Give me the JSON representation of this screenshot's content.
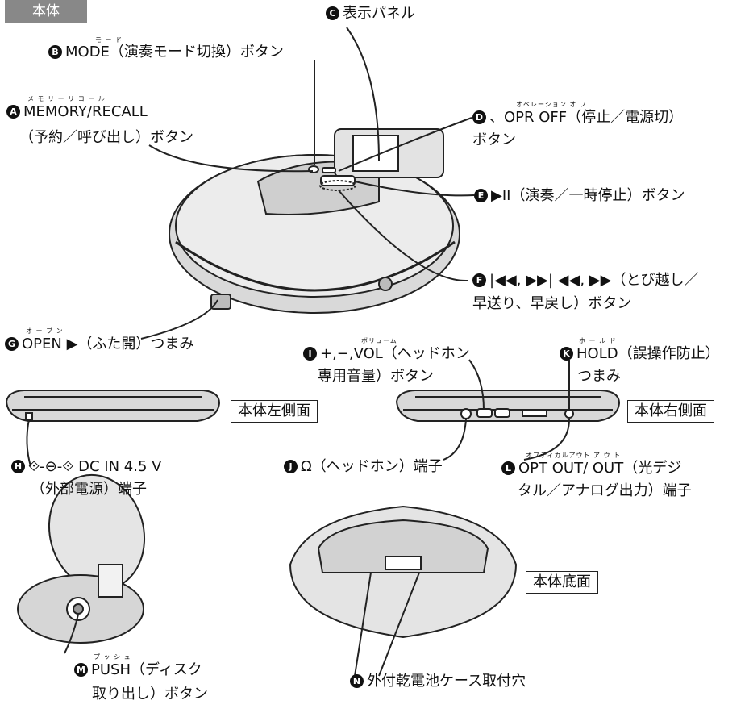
{
  "tag": "本体",
  "labels": {
    "C": {
      "badge": "C",
      "text": "表示パネル"
    },
    "B": {
      "badge": "B",
      "ruby": "モ ー ド",
      "text": "MODE（演奏モード切換）ボタン"
    },
    "A": {
      "badge": "A",
      "ruby": "メ モ リ ー   リ コ ー ル",
      "line1": "MEMORY/RECALL",
      "line2": "（予約／呼び出し）ボタン"
    },
    "D": {
      "badge": "D",
      "ruby": "オペレーション オ フ",
      "line1": "、OPR OFF（停止／電源切）",
      "line2": "ボタン"
    },
    "E": {
      "badge": "E",
      "text": "▶II（演奏／一時停止）ボタン"
    },
    "F": {
      "badge": "F",
      "line1": "|◀◀, ▶▶| ◀◀, ▶▶（とび越し／",
      "line2": "早送り、早戻し）ボタン"
    },
    "G": {
      "badge": "G",
      "ruby": "オ ー プ ン",
      "text": "OPEN ▶（ふた開）つまみ"
    },
    "I": {
      "badge": "I",
      "ruby": "ボリューム",
      "line1": "+,−,VOL（ヘッドホン",
      "line2": "専用音量）ボタン"
    },
    "K": {
      "badge": "K",
      "ruby": "ホ ー ル ド",
      "line1": "HOLD（誤操作防止）",
      "line2": "つまみ"
    },
    "H": {
      "badge": "H",
      "line1": "⟐-⊖-⟐ DC IN 4.5 V",
      "line2": "（外部電源）端子"
    },
    "J": {
      "badge": "J",
      "text": "Ω（ヘッドホン）端子"
    },
    "L": {
      "badge": "L",
      "ruby": "オプティカルアウト    ア ウ ト",
      "line1": "OPT OUT/ OUT（光デジ",
      "line2": "タル／アナログ出力）端子"
    },
    "M": {
      "badge": "M",
      "ruby": "プ ッ シ ュ",
      "line1": "PUSH（ディスク",
      "line2": "取り出し）ボタン"
    },
    "N": {
      "badge": "N",
      "text": "外付乾電池ケース取付穴"
    }
  },
  "boxes": {
    "left_side": "本体左側面",
    "right_side": "本体右側面",
    "bottom": "本体底面"
  }
}
